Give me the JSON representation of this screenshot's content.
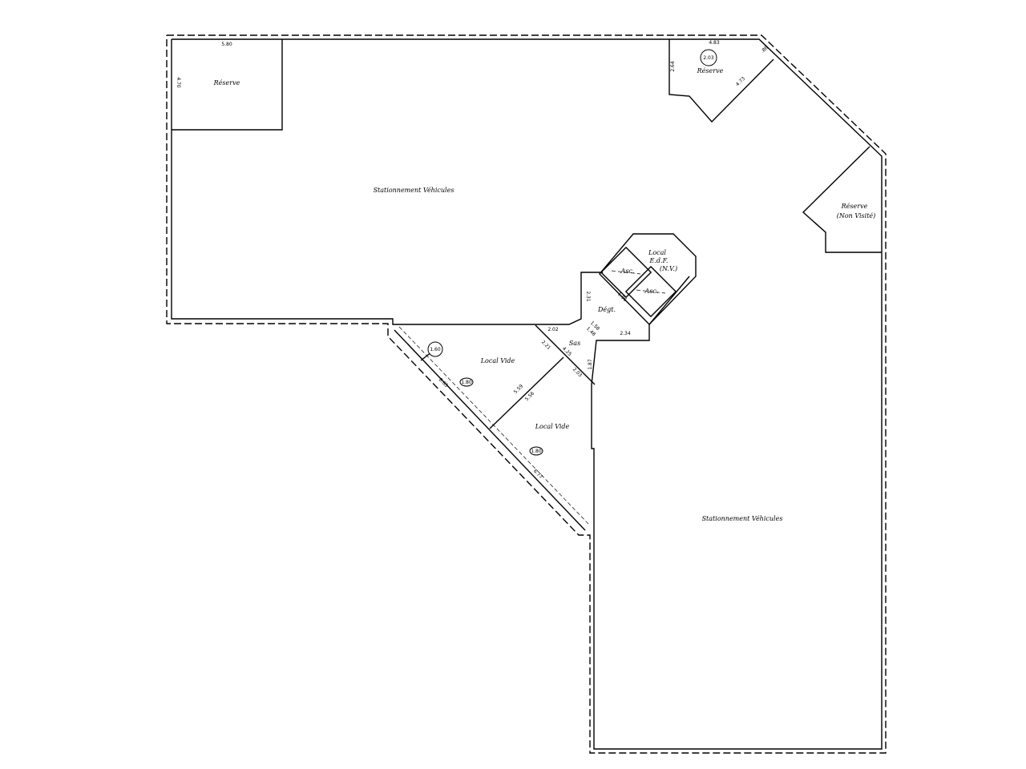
{
  "rooms": {
    "reserve_nw": "Réserve",
    "parking_north": "Stationnement Véhicules",
    "reserve_ne": "Réserve",
    "reserve_ne_tag": "2.03",
    "reserve_east": "Réserve",
    "reserve_east_note": "(Non Visité)",
    "local_edf_1": "Local",
    "local_edf_2": "E.d.F.",
    "local_edf_3": "(N.V.)",
    "lift_1": "Asc.",
    "lift_2": "Asc.",
    "degt": "Dégt.",
    "sas": "Sas",
    "local_vide_1": "Local Vide",
    "local_vide_1_tag": "1.60",
    "local_vide_2": "Local Vide",
    "parking_south": "Stationnement Véhicules"
  },
  "dimensions": {
    "nw_width": "5.80",
    "nw_height": "4.70",
    "ne_width": "4.83",
    "ne_height": "2.64",
    "ne_corner": ".86",
    "ne_diag": "4.73",
    "degt_h": "2.31",
    "degt_a": "1.58",
    "degt_b": "1.48",
    "degt_w": "2.34",
    "lift_gap": "1.96",
    "sas_top": "2.02",
    "sas_a": "2.21",
    "sas_b": "4.25",
    "sas_c": "2.03",
    "sas_d": "1.87",
    "lv1_diag": "8.65",
    "lv1_inner": "1.80",
    "lv_split_a": "5.59",
    "lv_split_b": "5.56",
    "lv2_inner": "1.80",
    "lv2_diag": "6.77"
  }
}
